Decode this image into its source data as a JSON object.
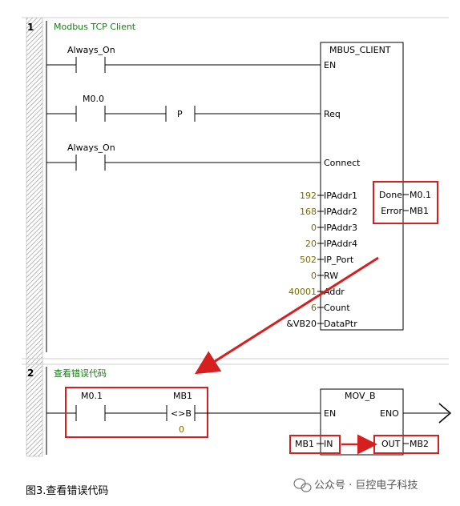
{
  "networks": [
    {
      "number": "1",
      "title": "Modbus TCP Client",
      "contacts": [
        {
          "label": "Always_On"
        },
        {
          "label": "M0.0"
        },
        {
          "label": "P"
        },
        {
          "label": "Always_On"
        }
      ],
      "block": {
        "name": "MBUS_CLIENT",
        "inputs": [
          {
            "pin": "EN",
            "value": ""
          },
          {
            "pin": "Req",
            "value": ""
          },
          {
            "pin": "Connect",
            "value": ""
          },
          {
            "pin": "IPAddr1",
            "value": "192"
          },
          {
            "pin": "IPAddr2",
            "value": "168"
          },
          {
            "pin": "IPAddr3",
            "value": "0"
          },
          {
            "pin": "IPAddr4",
            "value": "20"
          },
          {
            "pin": "IP_Port",
            "value": "502"
          },
          {
            "pin": "RW",
            "value": "0"
          },
          {
            "pin": "Addr",
            "value": "40001"
          },
          {
            "pin": "Count",
            "value": "6"
          },
          {
            "pin": "DataPtr",
            "value": "&VB20"
          }
        ],
        "outputs": [
          {
            "pin": "Done",
            "value": "M0.1"
          },
          {
            "pin": "Error",
            "value": "MB1"
          }
        ]
      }
    },
    {
      "number": "2",
      "title": "查看错误代码",
      "contacts": [
        {
          "label": "M0.1"
        }
      ],
      "compare": {
        "top": "MB1",
        "op": "<>B",
        "bottom": "0"
      },
      "block": {
        "name": "MOV_B",
        "en": "EN",
        "eno": "ENO",
        "in_pin": "IN",
        "in_value": "MB1",
        "out_pin": "OUT",
        "out_value": "MB2"
      }
    }
  ],
  "caption": "图3.查看错误代码",
  "watermark": "公众号 · 巨控电子科技",
  "colors": {
    "highlight": "#d62020",
    "network_title": "#1a7a1a",
    "value": "#7a6a00",
    "rail": "#c8c8c8"
  }
}
